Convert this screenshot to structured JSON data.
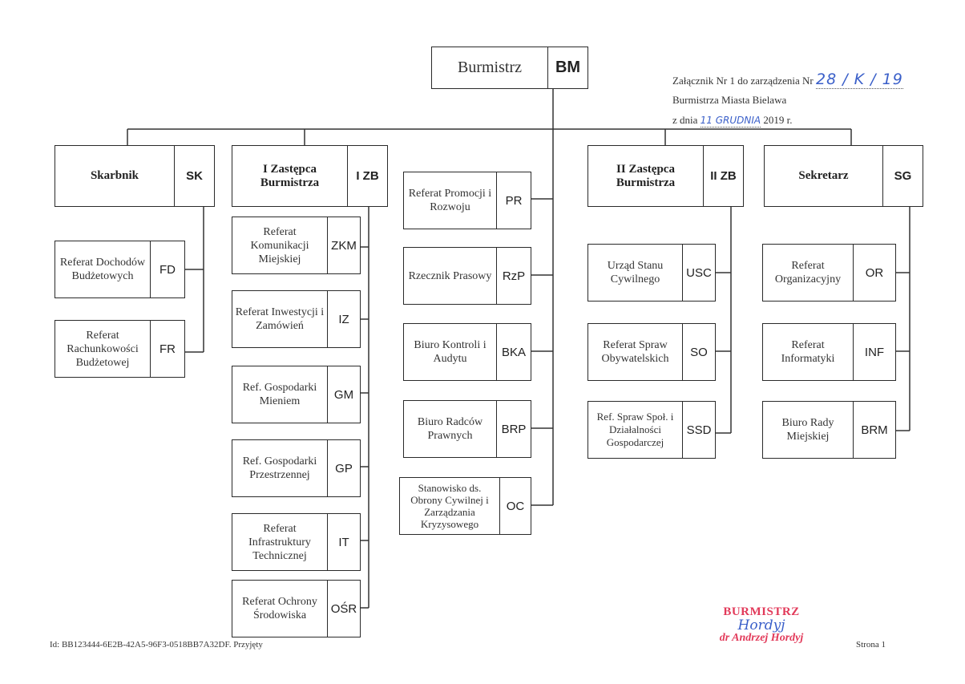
{
  "top": {
    "name": "Burmistrz",
    "code": "BM"
  },
  "annex": {
    "line1_prefix": "Załącznik Nr 1 do zarządzenia Nr",
    "number_hand": "28 / K / 19",
    "line2": "Burmistrza Miasta Bielawa",
    "line3_prefix": "z dnia",
    "date_hand": "11 GRUDNIA",
    "line3_suffix": "2019 r."
  },
  "columns": {
    "sk": {
      "head": {
        "name": "Skarbnik",
        "code": "SK"
      },
      "units": [
        {
          "name": "Referat Dochodów Budżetowych",
          "code": "FD"
        },
        {
          "name": "Referat Rachunkowości Budżetowej",
          "code": "FR"
        }
      ]
    },
    "izb": {
      "head": {
        "name": "I Zastępca Burmistrza",
        "code": "I ZB"
      },
      "units": [
        {
          "name": "Referat Komunikacji Miejskiej",
          "code": "ZKM"
        },
        {
          "name": "Referat Inwestycji i Zamówień",
          "code": "IZ"
        },
        {
          "name": "Ref. Gospodarki Mieniem",
          "code": "GM"
        },
        {
          "name": "Ref. Gospodarki Przestrzennej",
          "code": "GP"
        },
        {
          "name": "Referat Infrastruktury Technicznej",
          "code": "IT"
        },
        {
          "name": "Referat Ochrony Środowiska",
          "code": "OŚR"
        }
      ]
    },
    "bm": {
      "units": [
        {
          "name": "Referat Promocji i Rozwoju",
          "code": "PR"
        },
        {
          "name": "Rzecznik Prasowy",
          "code": "RzP"
        },
        {
          "name": "Biuro Kontroli i Audytu",
          "code": "BKA"
        },
        {
          "name": "Biuro Radców Prawnych",
          "code": "BRP"
        },
        {
          "name": "Stanowisko ds. Obrony Cywilnej i Zarządzania Kryzysowego",
          "code": "OC"
        }
      ]
    },
    "iizb": {
      "head": {
        "name": "II Zastępca Burmistrza",
        "code": "II ZB"
      },
      "units": [
        {
          "name": "Urząd Stanu Cywilnego",
          "code": "USC"
        },
        {
          "name": "Referat Spraw Obywatelskich",
          "code": "SO"
        },
        {
          "name": "Ref. Spraw Społ. i Działalności Gospodarczej",
          "code": "SSD"
        }
      ]
    },
    "sg": {
      "head": {
        "name": "Sekretarz",
        "code": "SG"
      },
      "units": [
        {
          "name": "Referat Organizacyjny",
          "code": "OR"
        },
        {
          "name": "Referat Informatyki",
          "code": "INF"
        },
        {
          "name": "Biuro Rady Miejskiej",
          "code": "BRM"
        }
      ]
    }
  },
  "footer": {
    "id_text": "Id: BB123444-6E2B-42A5-96F3-0518BB7A32DF. Przyjęty",
    "page": "Strona 1"
  },
  "stamp": {
    "title": "BURMISTRZ",
    "signature": "Hordyj",
    "name": "dr Andrzej Hordyj"
  }
}
